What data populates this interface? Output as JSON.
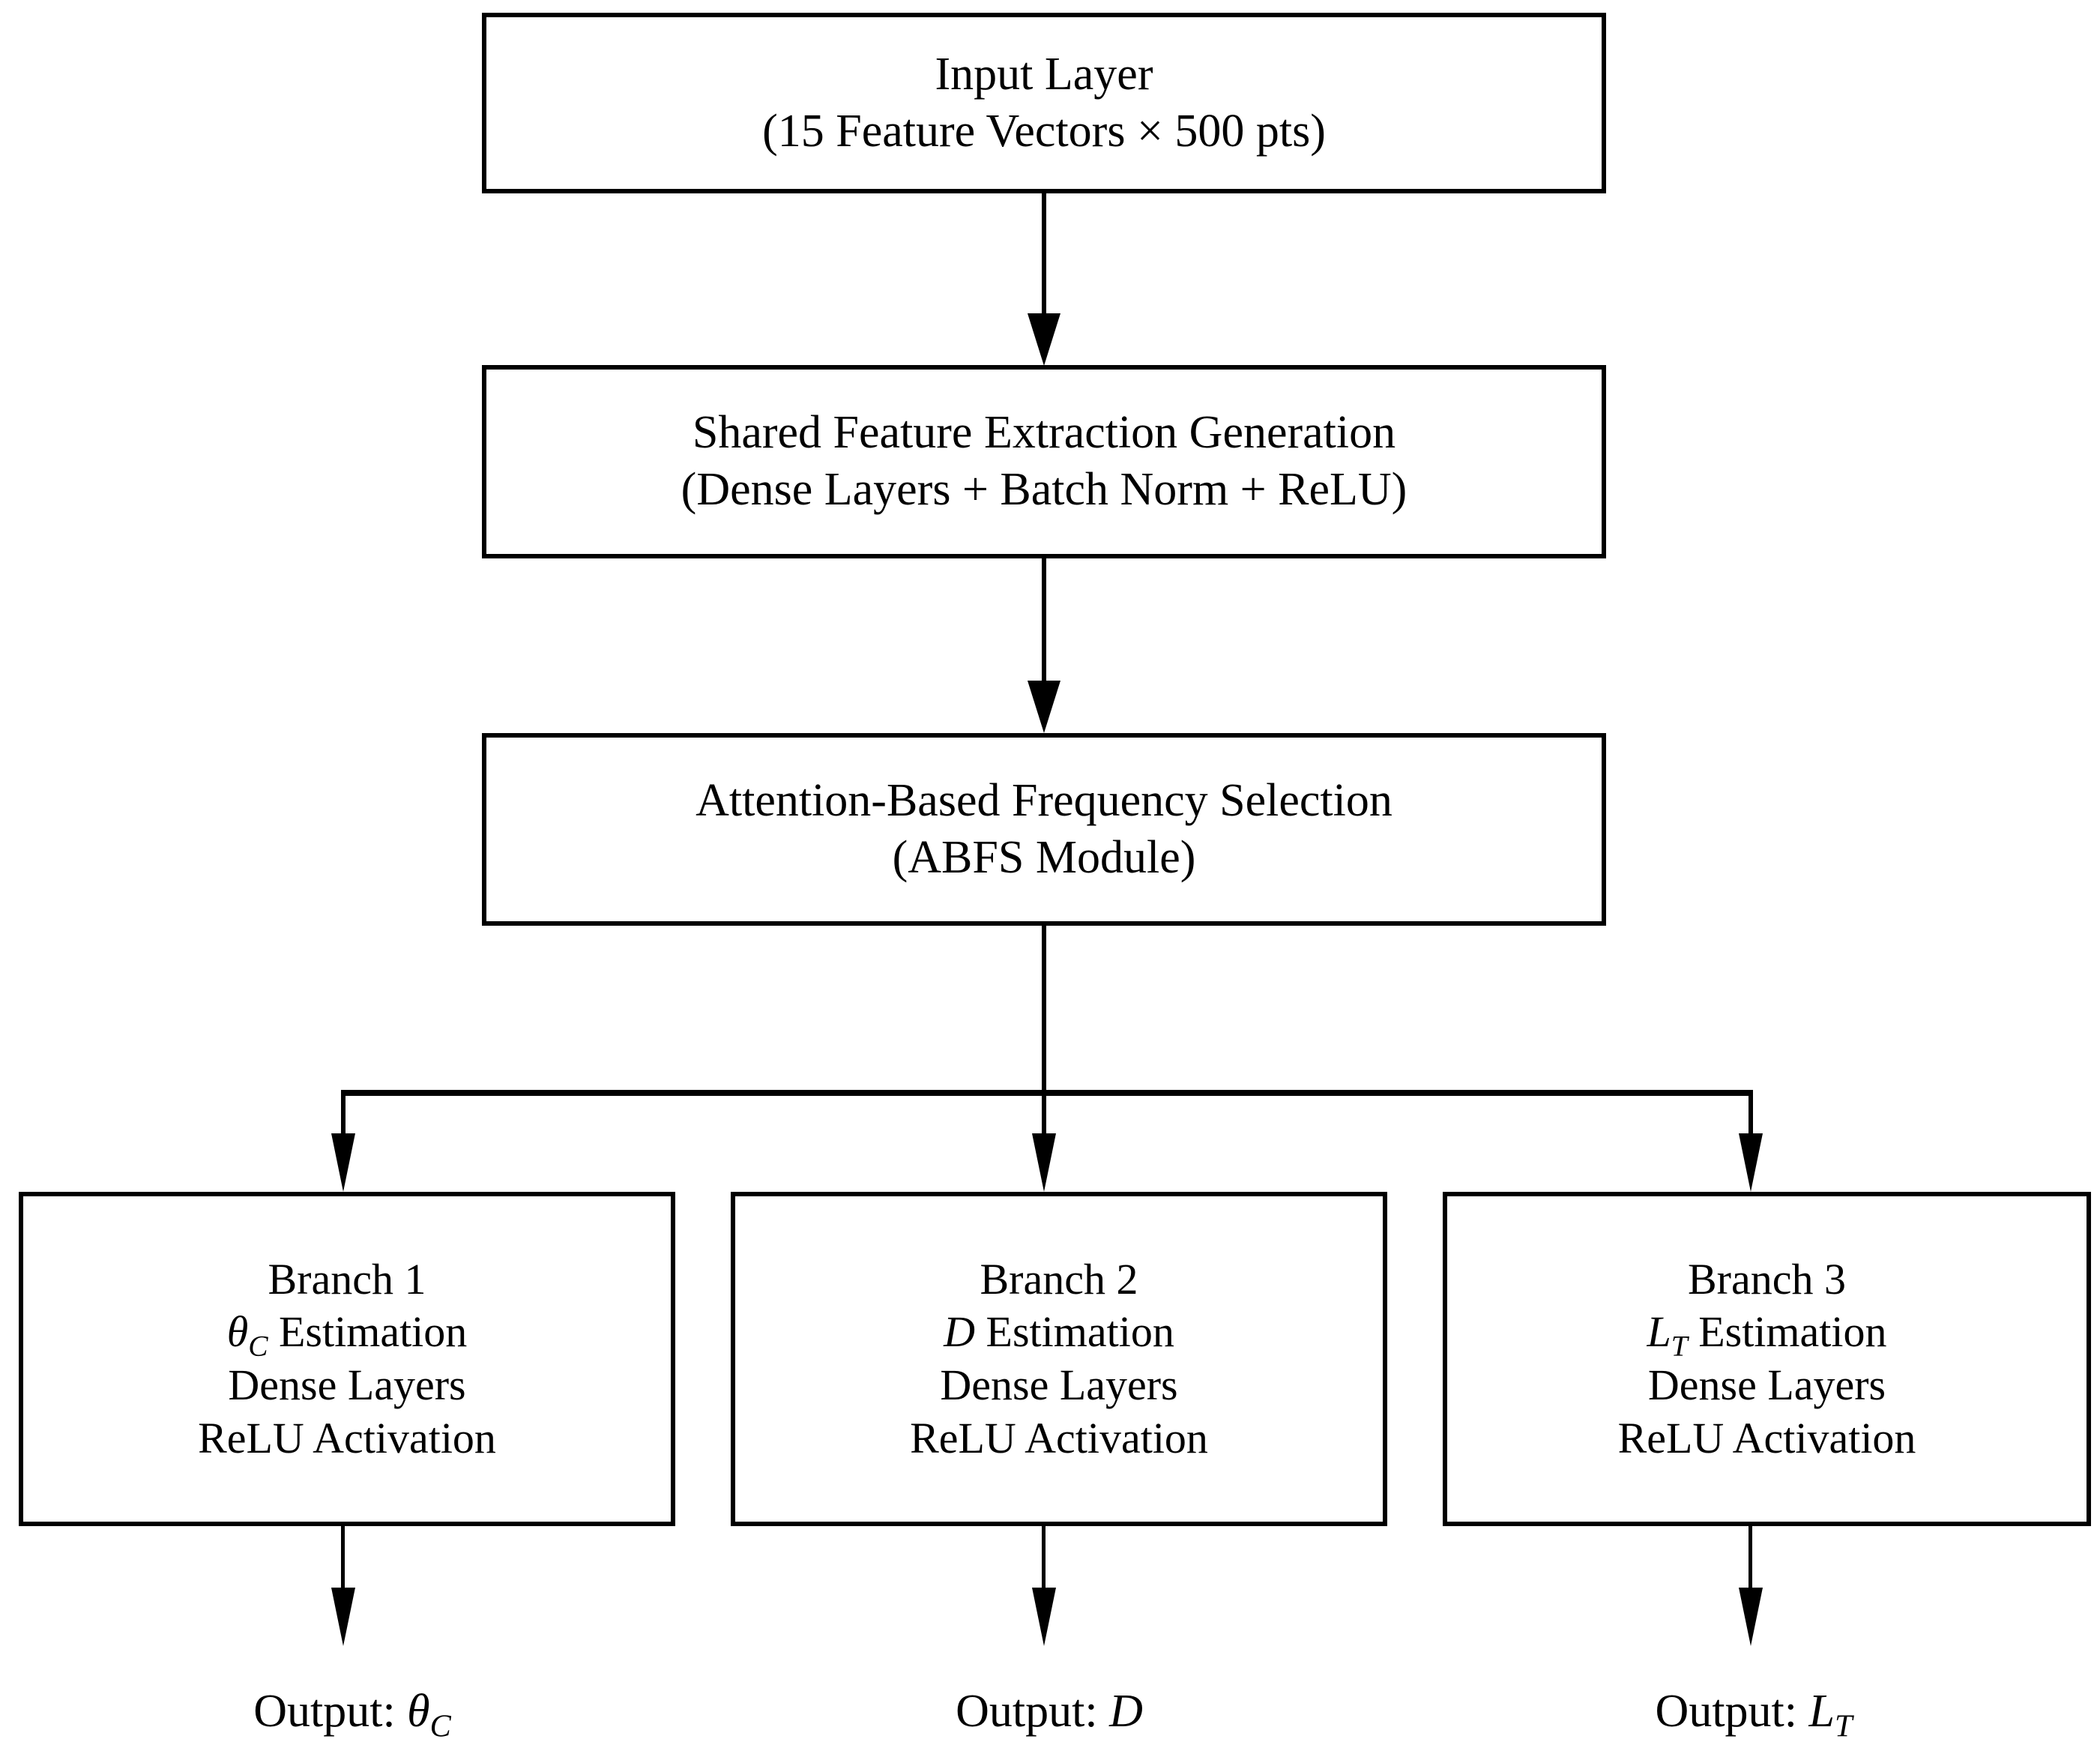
{
  "diagram": {
    "type": "flowchart",
    "orientation": "top-to-bottom",
    "background_color": "#ffffff",
    "stroke_color": "#000000",
    "nodes": {
      "input": {
        "line1": "Input Layer",
        "line2": "(15 Feature Vectors × 500 pts)"
      },
      "shared": {
        "line1": "Shared Feature Extraction Generation",
        "line2": "(Dense Layers + Batch Norm + ReLU)"
      },
      "abfs": {
        "line1": "Attention-Based Frequency Selection",
        "line2": "(ABFS Module)"
      },
      "branch1": {
        "line1": "Branch 1",
        "line2_var": "θ",
        "line2_sub": "C",
        "line2_rest": " Estimation",
        "line3": "Dense Layers",
        "line4": "ReLU Activation"
      },
      "branch2": {
        "line1": "Branch 2",
        "line2_var": "D",
        "line2_sub": "",
        "line2_rest": " Estimation",
        "line3": "Dense Layers",
        "line4": "ReLU Activation"
      },
      "branch3": {
        "line1": "Branch 3",
        "line2_var": "L",
        "line2_sub": "T",
        "line2_rest": " Estimation",
        "line3": "Dense Layers",
        "line4": "ReLU Activation"
      }
    },
    "outputs": {
      "output1": {
        "prefix": "Output: ",
        "var": "θ",
        "sub": "C"
      },
      "output2": {
        "prefix": "Output: ",
        "var": "D",
        "sub": ""
      },
      "output3": {
        "prefix": "Output: ",
        "var": "L",
        "sub": "T"
      }
    },
    "edges": [
      {
        "from": "input",
        "to": "shared",
        "style": "arrow-down"
      },
      {
        "from": "shared",
        "to": "abfs",
        "style": "arrow-down"
      },
      {
        "from": "abfs",
        "to": "branch1",
        "style": "fanout-arrow-down"
      },
      {
        "from": "abfs",
        "to": "branch2",
        "style": "fanout-arrow-down"
      },
      {
        "from": "abfs",
        "to": "branch3",
        "style": "fanout-arrow-down"
      },
      {
        "from": "branch1",
        "to": "output1",
        "style": "arrow-down"
      },
      {
        "from": "branch2",
        "to": "output2",
        "style": "arrow-down"
      },
      {
        "from": "branch3",
        "to": "output3",
        "style": "arrow-down"
      }
    ]
  }
}
